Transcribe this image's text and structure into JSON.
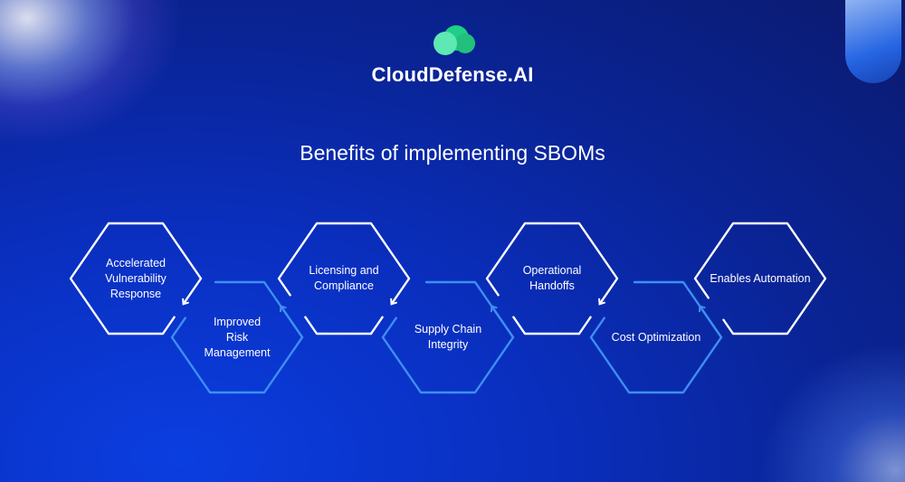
{
  "brand": {
    "name": "CloudDefense.AI",
    "logo_icon": "cloud-logo-icon"
  },
  "title": "Benefits of implementing SBOMs",
  "colors": {
    "primary_stroke": "#ffffff",
    "secondary_stroke": "#3e8ff2",
    "logo_green": "#22d58a"
  },
  "steps": [
    {
      "label": "Accelerated\nVulnerability\nResponse",
      "row": "top"
    },
    {
      "label": "Improved\nRisk\nManagement",
      "row": "bottom"
    },
    {
      "label": "Licensing and\nCompliance",
      "row": "top"
    },
    {
      "label": "Supply Chain\nIntegrity",
      "row": "bottom"
    },
    {
      "label": "Operational\nHandoffs",
      "row": "top"
    },
    {
      "label": "Cost Optimization",
      "row": "bottom"
    },
    {
      "label": "Enables Automation",
      "row": "top"
    }
  ]
}
